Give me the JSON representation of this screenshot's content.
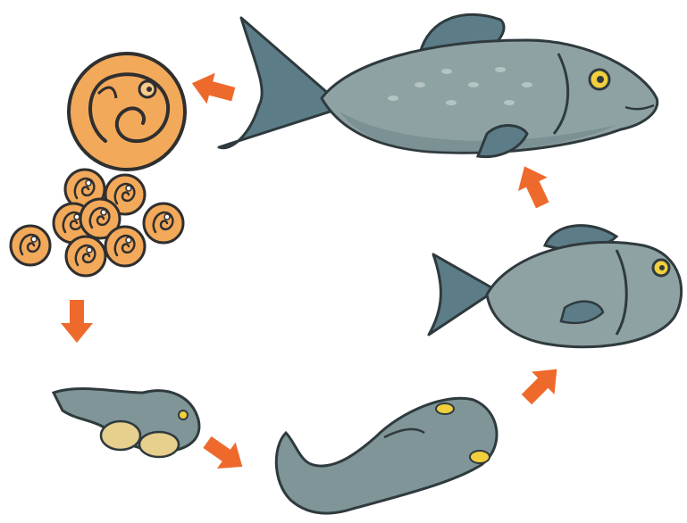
{
  "diagram": {
    "stages": [
      {
        "id": "egg-closeup",
        "icon": "single-egg-with-embryo"
      },
      {
        "id": "egg-cluster",
        "icon": "egg-cluster"
      },
      {
        "id": "larva",
        "icon": "yolk-sac-larva"
      },
      {
        "id": "fry",
        "icon": "fry"
      },
      {
        "id": "juvenile",
        "icon": "juvenile-fish"
      },
      {
        "id": "adult",
        "icon": "adult-fish"
      }
    ],
    "colors": {
      "arrow": "#ee6a2c",
      "egg_fill": "#f3a95a",
      "egg_outline": "#2f2f2f",
      "fish_body": "#8fa2a3",
      "fish_fin": "#5c7d88",
      "eye": "#f2cf3c",
      "yolk": "#e7cf8e"
    }
  }
}
